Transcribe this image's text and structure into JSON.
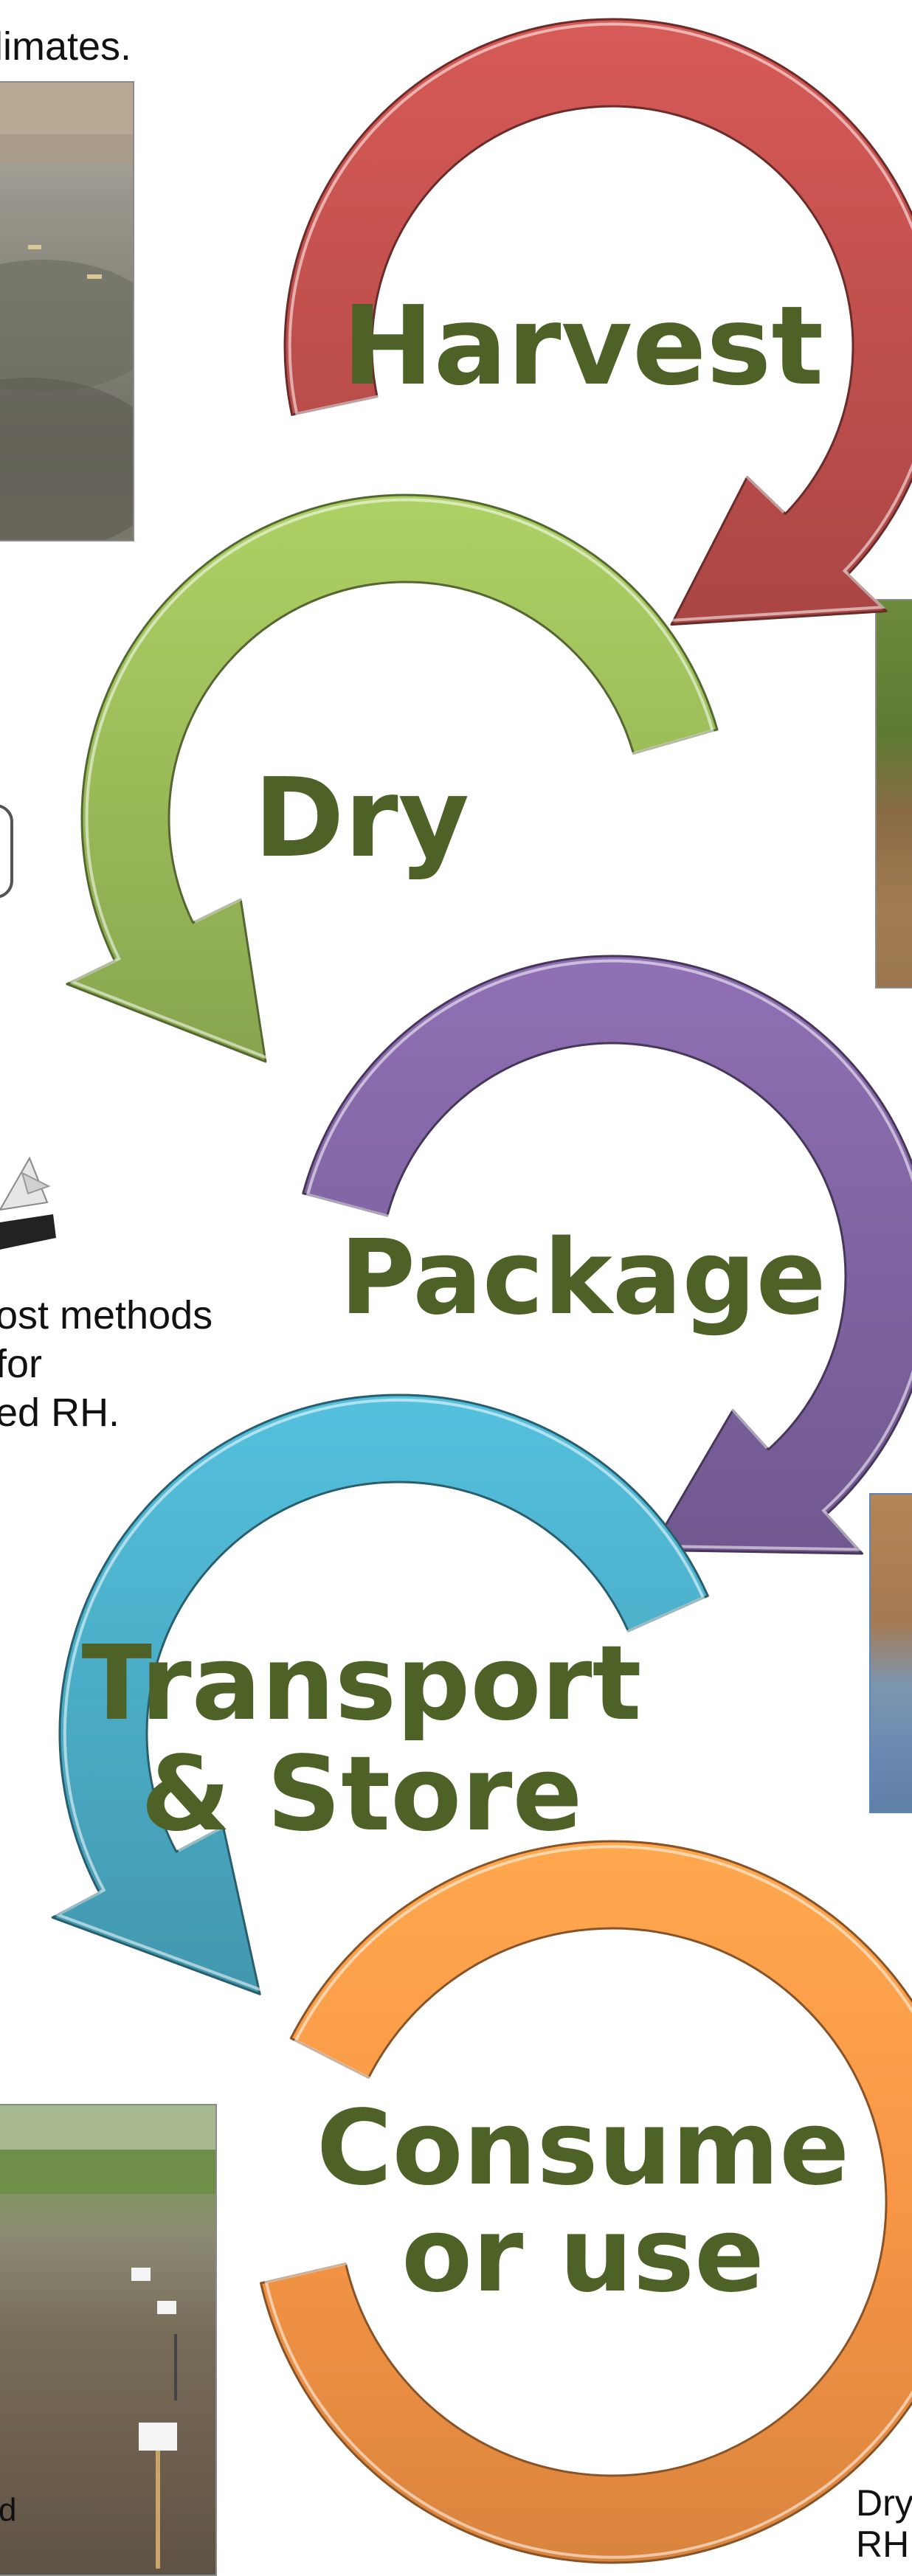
{
  "stages": [
    {
      "id": "harvest",
      "lines": [
        "Harvest"
      ],
      "color": "#c0504d"
    },
    {
      "id": "dry",
      "lines": [
        "Dry"
      ],
      "color": "#9bbb59"
    },
    {
      "id": "package",
      "lines": [
        "Package"
      ],
      "color": "#8064a2"
    },
    {
      "id": "transport",
      "lines": [
        "Transport",
        "& Store"
      ],
      "color": "#4bacc6"
    },
    {
      "id": "consume",
      "lines": [
        "Consume",
        "or use"
      ],
      "color": "#f79646"
    }
  ],
  "label_color": "#4e6126",
  "captions": {
    "top": "limates.",
    "middle": [
      "ost methods",
      "for",
      "ed RH."
    ],
    "bottom_left": "d",
    "bottom_right": [
      "Dry",
      "RH"
    ]
  },
  "photos": [
    {
      "id": "drying-yard-photo"
    },
    {
      "id": "tree-photo"
    },
    {
      "id": "desiccant-device-photo"
    },
    {
      "id": "storage-bags-photo"
    },
    {
      "id": "field-plot-photo"
    }
  ]
}
